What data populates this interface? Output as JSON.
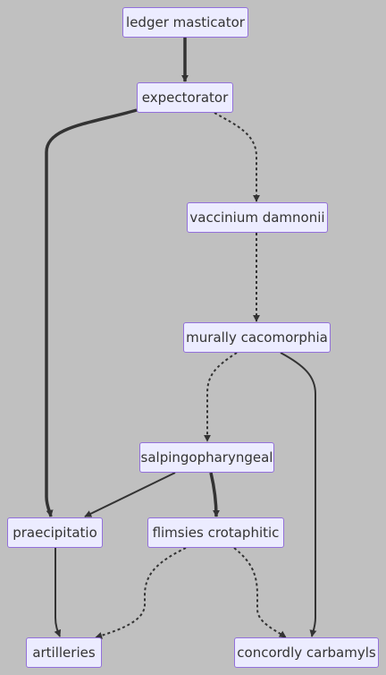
{
  "nodes": {
    "ledger_masticator": "ledger masticator",
    "expectorator": "expectorator",
    "vaccinium_damnonii": "vaccinium damnonii",
    "murally_cacomorphia": "murally cacomorphia",
    "salpingopharyngeal": "salpingopharyngeal",
    "praecipitatio": "praecipitatio",
    "flimsies_crotaphitic": "flimsies crotaphitic",
    "artilleries": "artilleries",
    "concordly_carbamyls": "concordly carbamyls"
  },
  "edges": [
    {
      "from": "ledger_masticator",
      "to": "expectorator",
      "style": "thick"
    },
    {
      "from": "expectorator",
      "to": "vaccinium_damnonii",
      "style": "dotted"
    },
    {
      "from": "expectorator",
      "to": "praecipitatio",
      "style": "thick"
    },
    {
      "from": "vaccinium_damnonii",
      "to": "murally_cacomorphia",
      "style": "dotted"
    },
    {
      "from": "murally_cacomorphia",
      "to": "salpingopharyngeal",
      "style": "dotted"
    },
    {
      "from": "murally_cacomorphia",
      "to": "concordly_carbamyls",
      "style": "normal"
    },
    {
      "from": "salpingopharyngeal",
      "to": "praecipitatio",
      "style": "normal"
    },
    {
      "from": "salpingopharyngeal",
      "to": "flimsies_crotaphitic",
      "style": "thick"
    },
    {
      "from": "praecipitatio",
      "to": "artilleries",
      "style": "normal"
    },
    {
      "from": "flimsies_crotaphitic",
      "to": "artilleries",
      "style": "dotted"
    },
    {
      "from": "flimsies_crotaphitic",
      "to": "concordly_carbamyls",
      "style": "dotted"
    }
  ],
  "colors": {
    "background": "#c0c0c0",
    "node_fill": "#ececff",
    "node_border": "#9370db",
    "edge": "#333333",
    "text": "#333333"
  }
}
